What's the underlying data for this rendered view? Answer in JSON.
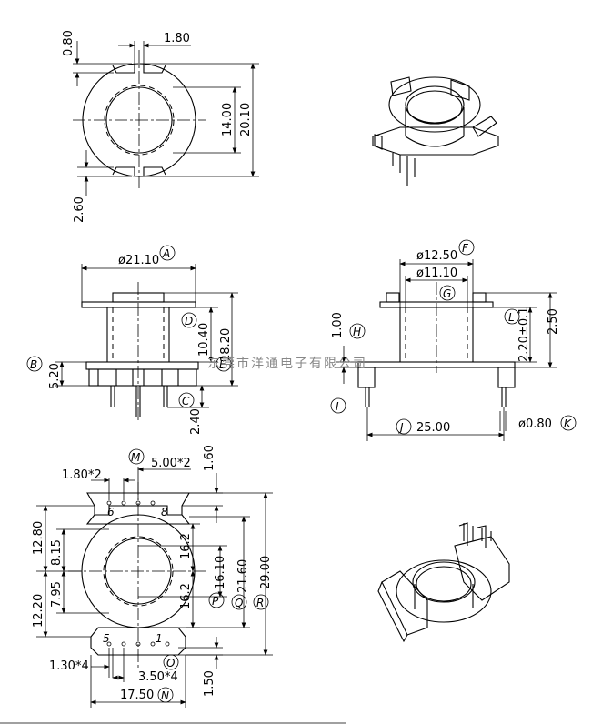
{
  "top_view": {
    "dims": [
      "0.80",
      "1.80",
      "14.00",
      "20.10",
      "2.60"
    ]
  },
  "front_view": {
    "dims": [
      "ø21.10",
      "10.40",
      "18.20",
      "5.20",
      "2.40"
    ],
    "labels": [
      "A",
      "D",
      "E",
      "B",
      "C"
    ]
  },
  "side_view": {
    "dims": [
      "ø12.50",
      "ø11.10",
      "1.00",
      "2.20±0.1",
      "2.50",
      "25.00",
      "ø0.80"
    ],
    "labels": [
      "F",
      "G",
      "H",
      "L",
      "I",
      "J",
      "K"
    ]
  },
  "bottom_view": {
    "dims": [
      "1.80*2",
      "5.00*2",
      "1.60",
      "12.80",
      "8.15",
      "7.95",
      "12.20",
      "16.2",
      "16.10",
      "21.60",
      "29.00",
      "16.2",
      "1.30*4",
      "3.50*4",
      "1.50",
      "17.50"
    ],
    "labels": [
      "M",
      "P",
      "Q",
      "R",
      "O",
      "N"
    ],
    "pin_numbers": [
      "6",
      "8",
      "5",
      "1"
    ]
  },
  "watermark": "东莞市洋通电子有限公司"
}
